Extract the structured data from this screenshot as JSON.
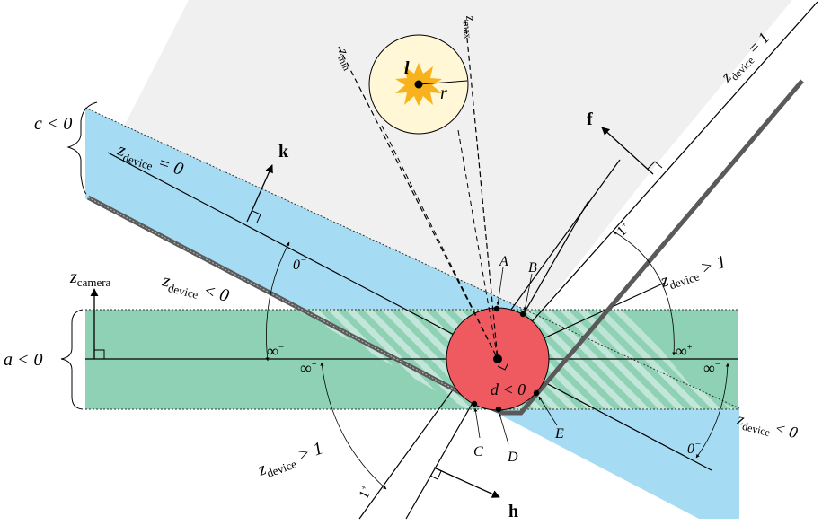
{
  "labels": {
    "z_device_1_top": {
      "main": "z",
      "sub": "device",
      "rel": "= 1"
    },
    "z_max": {
      "main": "z",
      "sub": "max"
    },
    "z_min": {
      "main": "z",
      "sub": "min"
    },
    "light_l": "l",
    "light_r": "r",
    "c_cond": "c < 0",
    "z_device_0": {
      "main": "z",
      "sub": "device",
      "rel": "= 0"
    },
    "k_vec": "k",
    "f_vec": "f",
    "h_vec": "h",
    "z_camera": {
      "main": "z",
      "sub": "camera"
    },
    "z_device_neg_left": {
      "main": "z",
      "sub": "device",
      "rel": "< 0"
    },
    "a_cond": "a < 0",
    "d_cond": "d < 0",
    "z_device_gt1_right": {
      "main": "z",
      "sub": "device",
      "rel": "> 1"
    },
    "z_device_gt1_left": {
      "main": "z",
      "sub": "device",
      "rel": "> 1"
    },
    "z_device_neg_right": {
      "main": "z",
      "sub": "device",
      "rel": "< 0"
    },
    "zero_minus_left": "0",
    "zero_minus_right": "0",
    "inf_minus": "∞",
    "inf_plus_left": "∞",
    "inf_plus_right": "∞",
    "inf_minus_right": "∞",
    "one_plus_top": "1",
    "one_plus_bottom": "1",
    "pt_A": "A",
    "pt_B": "B",
    "pt_C": "C",
    "pt_D": "D",
    "pt_E": "E"
  },
  "colors": {
    "blue_band": "#a6dcf3",
    "green_band": "#8fd1b5",
    "hatch": "#c2e6d9",
    "gray_region": "#f0f0f0",
    "red_disk": "#ef5a60",
    "light_disk": "#fff7d6",
    "star": "#f7b21d",
    "boundary": "#5a5a5a"
  }
}
